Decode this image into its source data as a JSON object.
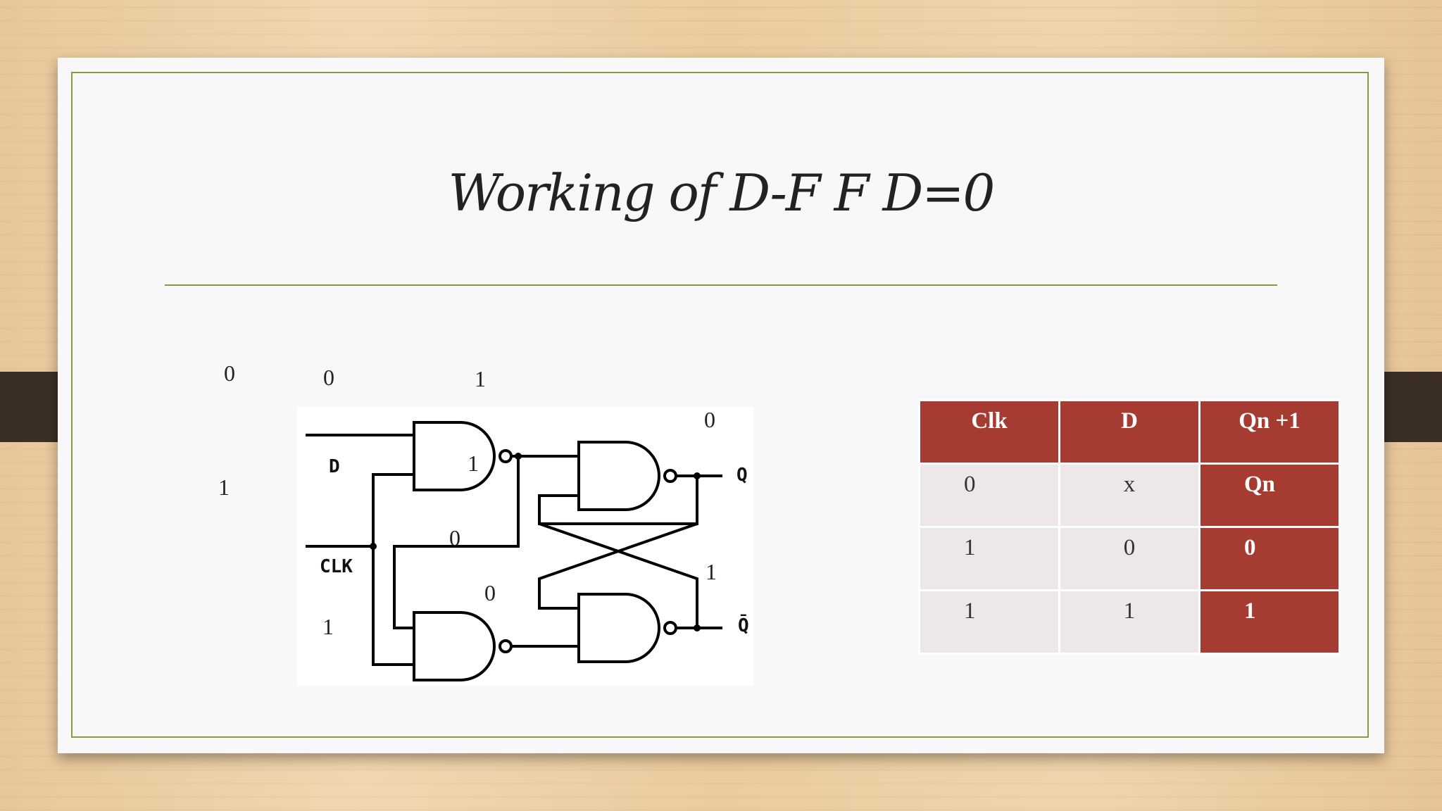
{
  "slide": {
    "title": "Working of D-F F    D=0"
  },
  "diagram": {
    "signals": {
      "d": "D",
      "clk": "CLK",
      "q": "Q",
      "qbar": "Q̄"
    },
    "values": {
      "d_in": "0",
      "d_gate": "0",
      "clk_in": "1",
      "g1_out": "1",
      "g3_fb": "1",
      "g4_fb": "0",
      "g2_out": "0",
      "g2_clk": "1",
      "q": "0",
      "qbar": "1"
    }
  },
  "table": {
    "headers": [
      "Clk",
      "D",
      "Qn +1"
    ],
    "rows": [
      [
        "0",
        "x",
        "Qn"
      ],
      [
        "1",
        "0",
        "0"
      ],
      [
        "1",
        "1",
        "1"
      ]
    ]
  },
  "colors": {
    "header": "#a63b32",
    "cell": "#ede7e9",
    "rule": "#8a9a3a"
  }
}
